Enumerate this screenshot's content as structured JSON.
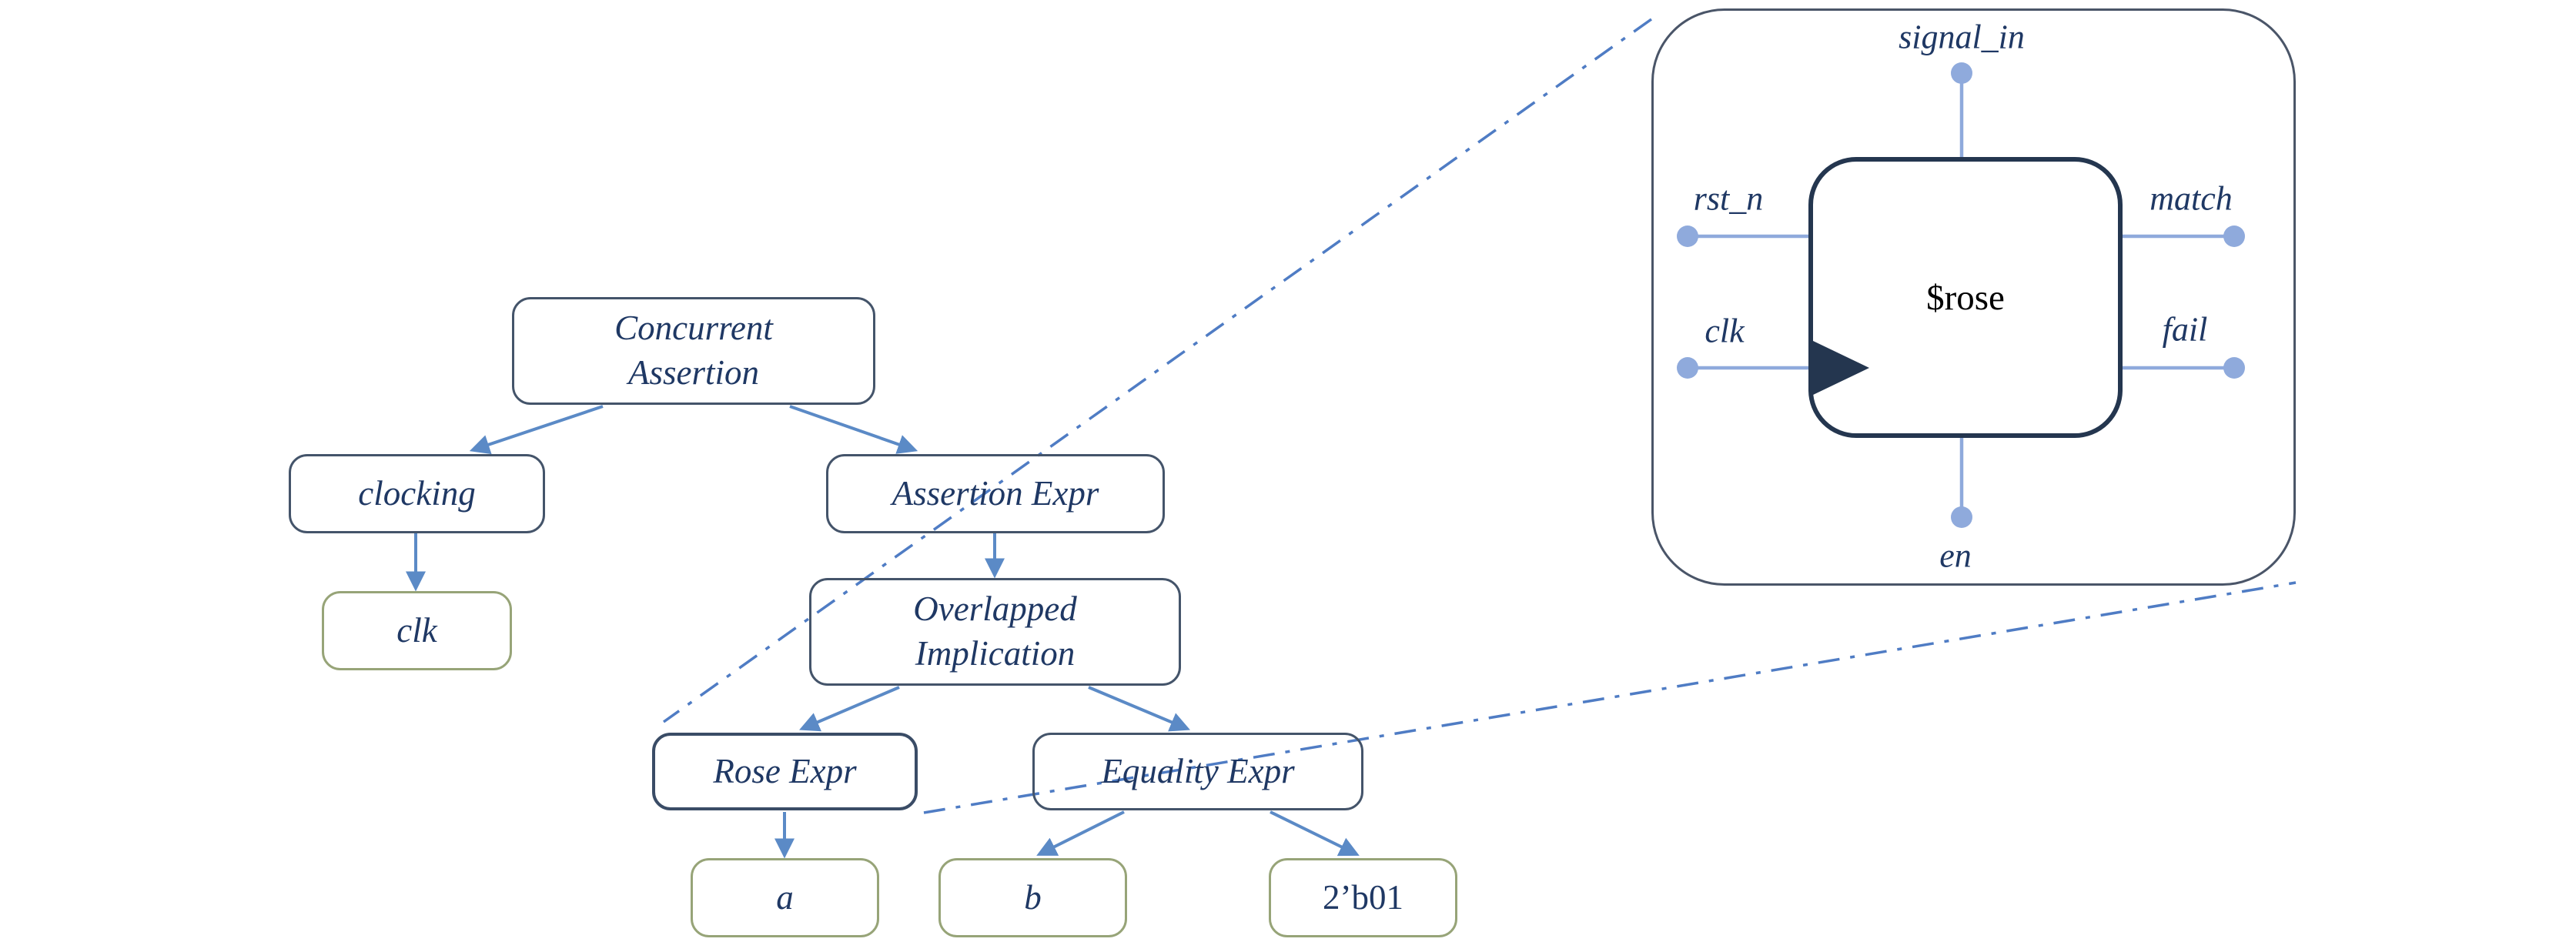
{
  "tree": {
    "nodes": {
      "concurrent_assertion": {
        "label": "Concurrent Assertion"
      },
      "clocking": {
        "label": "clocking"
      },
      "assertion_expr": {
        "label": "Assertion Expr"
      },
      "overlapped_implication": {
        "label": "Overlapped Implication"
      },
      "rose_expr": {
        "label": "Rose Expr"
      },
      "equality_expr": {
        "label": "Equality Expr"
      },
      "clk_leaf": {
        "label": "clk"
      },
      "operand_a": {
        "label": "a"
      },
      "operand_b": {
        "label": "b"
      },
      "constant": {
        "label": "2’b01"
      }
    }
  },
  "block": {
    "label": "$rose",
    "ports": {
      "signal_in": "signal_in",
      "rst_n": "rst_n",
      "clk": "clk",
      "match": "match",
      "fail": "fail",
      "en": "en"
    }
  },
  "colors": {
    "node_border": "#44546a",
    "leaf_border": "#97a478",
    "label_text": "#1f3864",
    "arrow": "#5b8ac6",
    "port_wire": "#8faadc",
    "block_border": "#24364f",
    "callout_line": "#4f7cc4"
  }
}
